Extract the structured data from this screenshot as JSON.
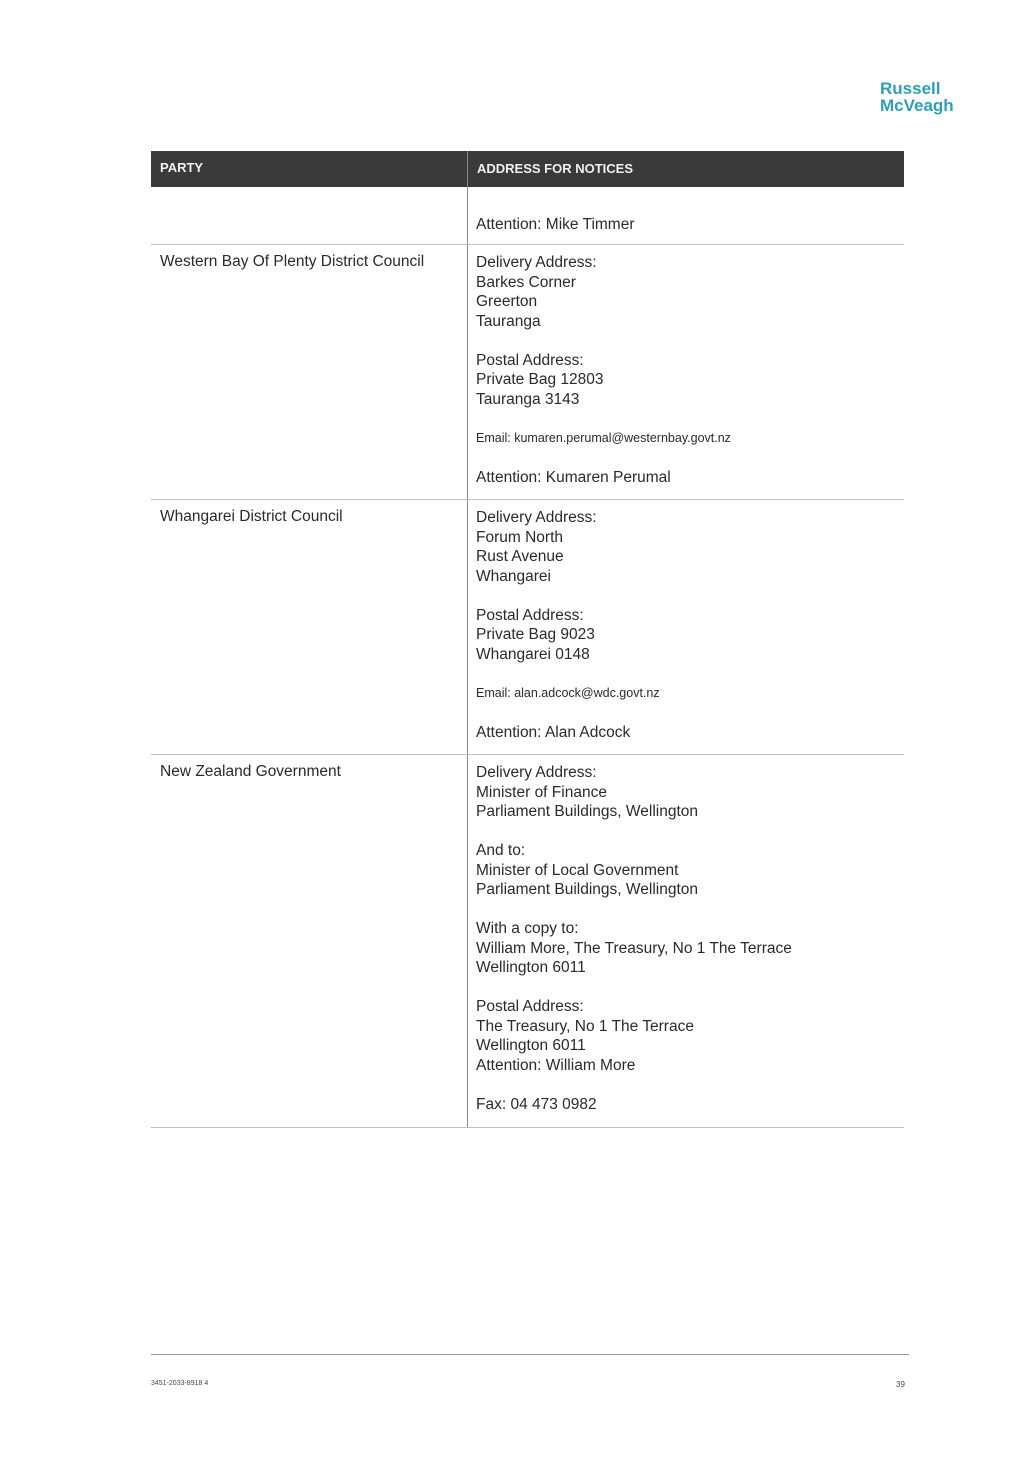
{
  "logo": {
    "line1": "Russell",
    "line2": "McVeagh"
  },
  "table": {
    "header": {
      "party": "PARTY",
      "address": "ADDRESS FOR NOTICES"
    },
    "rows": [
      {
        "party": "",
        "lines": [
          "Attention: Mike Timmer"
        ]
      },
      {
        "party": "Western Bay Of Plenty District Council",
        "delivery": [
          "Delivery Address:",
          "Barkes Corner",
          "Greerton",
          "Tauranga"
        ],
        "postal": [
          "Postal Address:",
          "Private Bag 12803",
          "Tauranga 3143"
        ],
        "email": "Email: kumaren.perumal@westernbay.govt.nz",
        "attention": "Attention: Kumaren Perumal"
      },
      {
        "party": "Whangarei District Council",
        "delivery": [
          "Delivery Address:",
          "Forum North",
          "Rust Avenue",
          "Whangarei"
        ],
        "postal": [
          "Postal Address:",
          "Private Bag 9023",
          "Whangarei 0148"
        ],
        "email": "Email: alan.adcock@wdc.govt.nz",
        "attention": "Attention: Alan Adcock"
      },
      {
        "party": "New Zealand Government",
        "delivery": [
          "Delivery Address:",
          "Minister of Finance",
          "Parliament Buildings, Wellington"
        ],
        "and_to": [
          "And to:",
          "Minister of Local Government",
          "Parliament Buildings, Wellington"
        ],
        "copy": [
          "With a copy to:",
          "William More, The Treasury, No 1 The Terrace",
          "Wellington 6011"
        ],
        "postal": [
          "Postal Address:",
          "The Treasury, No 1 The Terrace",
          "Wellington 6011",
          "Attention:  William More"
        ],
        "fax": "Fax:  04 473 0982"
      }
    ]
  },
  "footer": {
    "ref": "3451-2033-8918 4",
    "page": "39"
  }
}
